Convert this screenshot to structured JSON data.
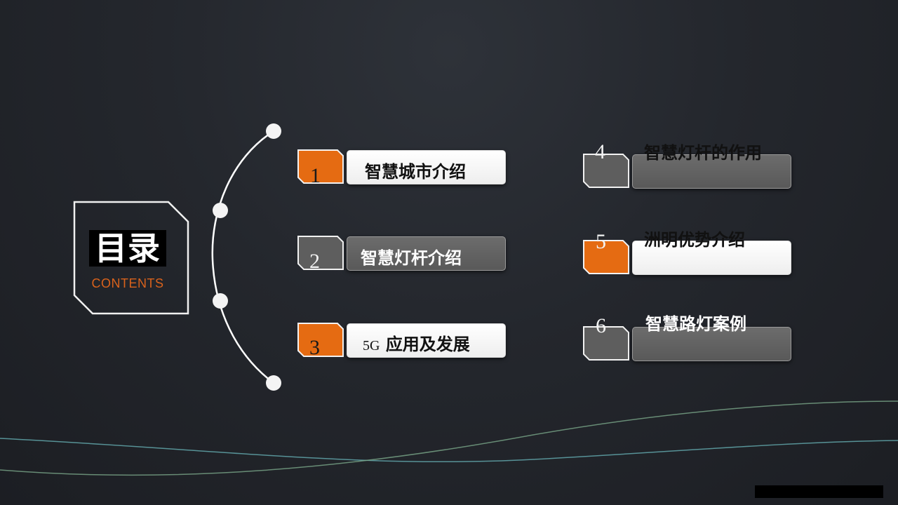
{
  "title": {
    "main": "目录",
    "sub": "CONTENTS"
  },
  "items": [
    {
      "number": "1",
      "label": "智慧城市介绍",
      "badge": "orange",
      "bar": "white"
    },
    {
      "number": "2",
      "label": "智慧灯杆介绍",
      "badge": "gray",
      "bar": "gray"
    },
    {
      "number": "3",
      "label_prefix": "5G",
      "label": "应用及发展",
      "badge": "orange",
      "bar": "white"
    },
    {
      "number": "4",
      "label": "智慧灯杆的作用",
      "badge": "gray",
      "bar": "gray"
    },
    {
      "number": "5",
      "label": "洲明优势介绍",
      "badge": "orange",
      "bar": "white"
    },
    {
      "number": "6",
      "label": "智慧路灯案例",
      "badge": "gray",
      "bar": "gray"
    }
  ],
  "colors": {
    "accent": "#e56b12",
    "badge_gray": "#5e5e5e",
    "background": "#24272d",
    "line": "#ffffff"
  }
}
